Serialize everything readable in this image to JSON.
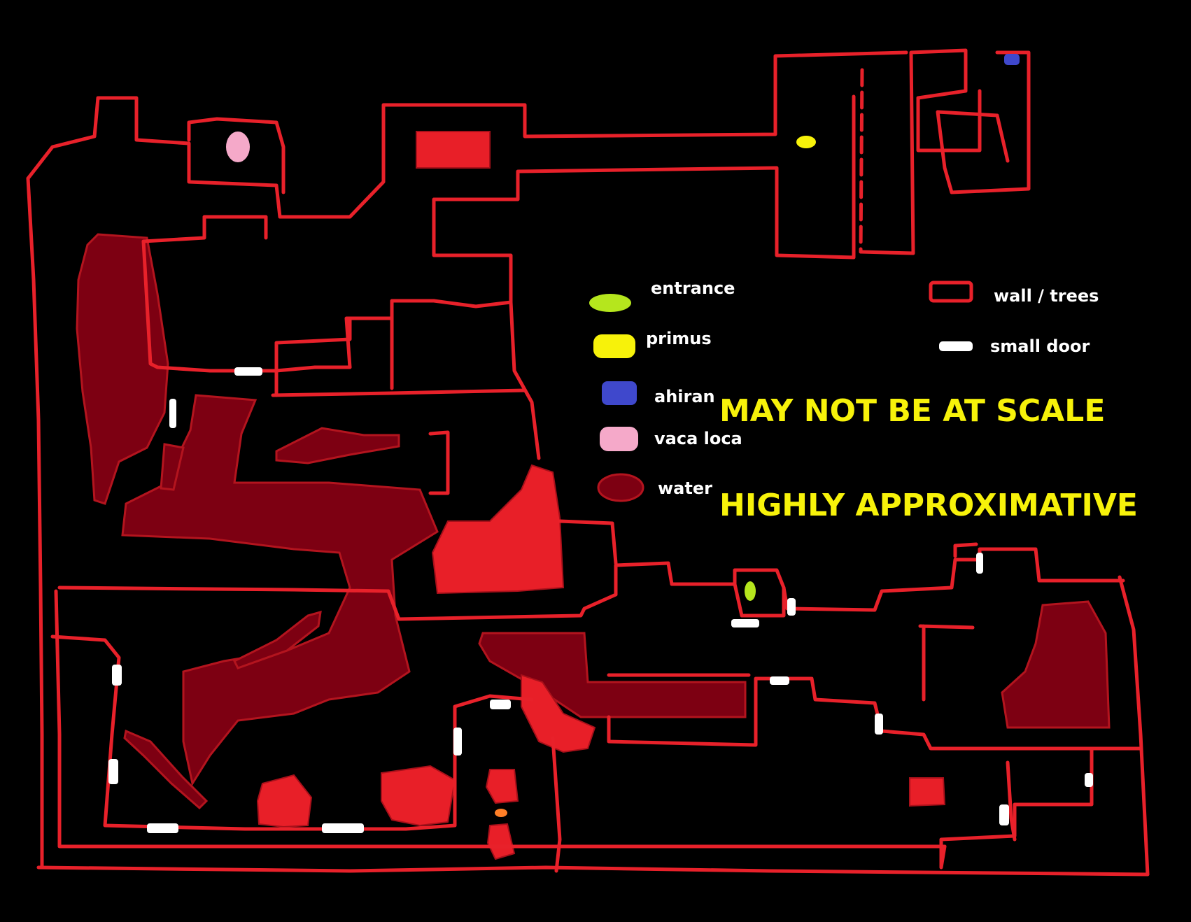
{
  "legend": {
    "entrance": {
      "label": "entrance",
      "color": "#b5e61d"
    },
    "primus": {
      "label": "primus",
      "color": "#f7f20a"
    },
    "ahiran": {
      "label": "ahiran",
      "color": "#3f48cc"
    },
    "vaca_loca": {
      "label": "vaca loca",
      "color": "#f5a9c9"
    },
    "water": {
      "label": "water",
      "color": "#7d0012"
    },
    "wall_trees": {
      "label": "wall / trees",
      "color": "#e8212a"
    },
    "small_door": {
      "label": "small door",
      "color": "#ffffff"
    }
  },
  "warnings": {
    "scale": "MAY NOT BE AT SCALE",
    "approx": "HIGHLY APPROXIMATIVE"
  },
  "map": {
    "background": "#000000",
    "misc_marker_color": "#ff7f27"
  }
}
